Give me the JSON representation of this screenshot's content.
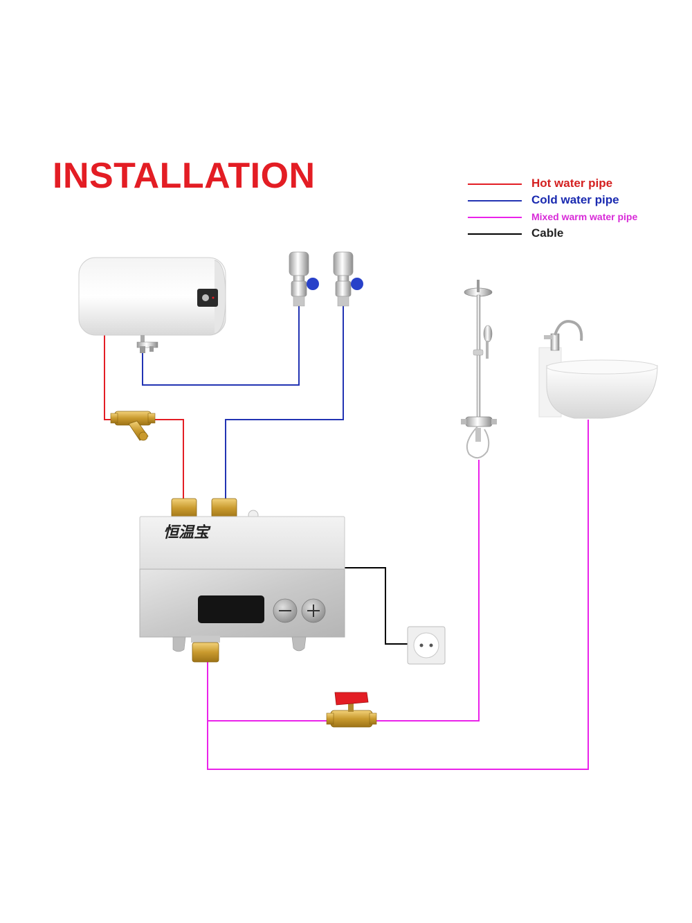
{
  "title": {
    "text": "INSTALLATION",
    "color": "#e31d24"
  },
  "legend": [
    {
      "label": "Hot water pipe",
      "color": "#e31d24",
      "text_color": "#d42020"
    },
    {
      "label": "Cold water pipe",
      "color": "#2233b3",
      "text_color": "#1a2ab0"
    },
    {
      "label": "Mixed warm water pipe",
      "color": "#ea22ea",
      "text_color": "#d82ad8"
    },
    {
      "label": "Cable",
      "color": "#000000",
      "text_color": "#222222"
    }
  ],
  "mixer": {
    "brand_logo": "恒温宝"
  },
  "pipe_colors": {
    "hot": "#e31d24",
    "cold": "#2233b3",
    "mixed": "#ea22ea",
    "cable": "#000000"
  }
}
